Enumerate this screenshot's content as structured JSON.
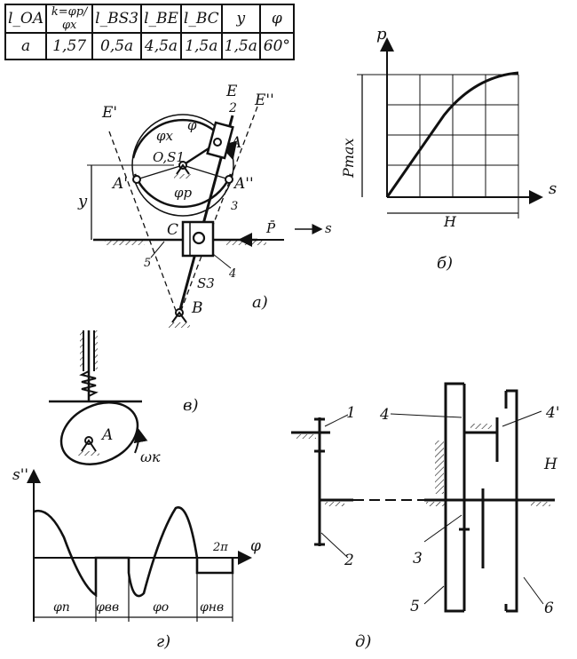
{
  "params_table": {
    "headers": [
      "l_OA",
      "k=φp/φx",
      "l_BS3",
      "l_BE",
      "l_BC",
      "y",
      "φ"
    ],
    "values": [
      "a",
      "1,57",
      "0,5a",
      "4,5a",
      "1,5a",
      "1,5a",
      "60°"
    ]
  },
  "fig_a": {
    "caption": "a)",
    "labels": {
      "E": "E",
      "E1": "E'",
      "E2": "E''",
      "A": "A",
      "A1": "A'",
      "A2": "A''",
      "O": "O,S1",
      "B": "B",
      "C": "C",
      "S3": "S3",
      "P": "P̄",
      "s": "s",
      "y": "y",
      "phi": "φ",
      "phi_x": "φx",
      "phi_p": "φp",
      "n2": "2",
      "n3": "3",
      "n4": "4",
      "n5": "5"
    }
  },
  "fig_b": {
    "caption": "б)",
    "labels": {
      "p_axis": "p",
      "s_axis": "s",
      "pmax": "Pmax",
      "H": "H"
    }
  },
  "fig_v": {
    "caption": "в)",
    "labels": {
      "A": "A",
      "omega": "ωк"
    }
  },
  "fig_g": {
    "caption": "г)",
    "labels": {
      "s2": "s''",
      "phi": "φ",
      "two_pi": "2π",
      "phi_p": "φп",
      "phi_vv": "φвв",
      "phi_o": "φо",
      "phi_nv": "φнв"
    }
  },
  "fig_d": {
    "caption": "д)",
    "labels": {
      "n1": "1",
      "n2": "2",
      "n3": "3",
      "n4": "4",
      "n4p": "4'",
      "n5": "5",
      "n6": "6",
      "H": "H"
    }
  }
}
